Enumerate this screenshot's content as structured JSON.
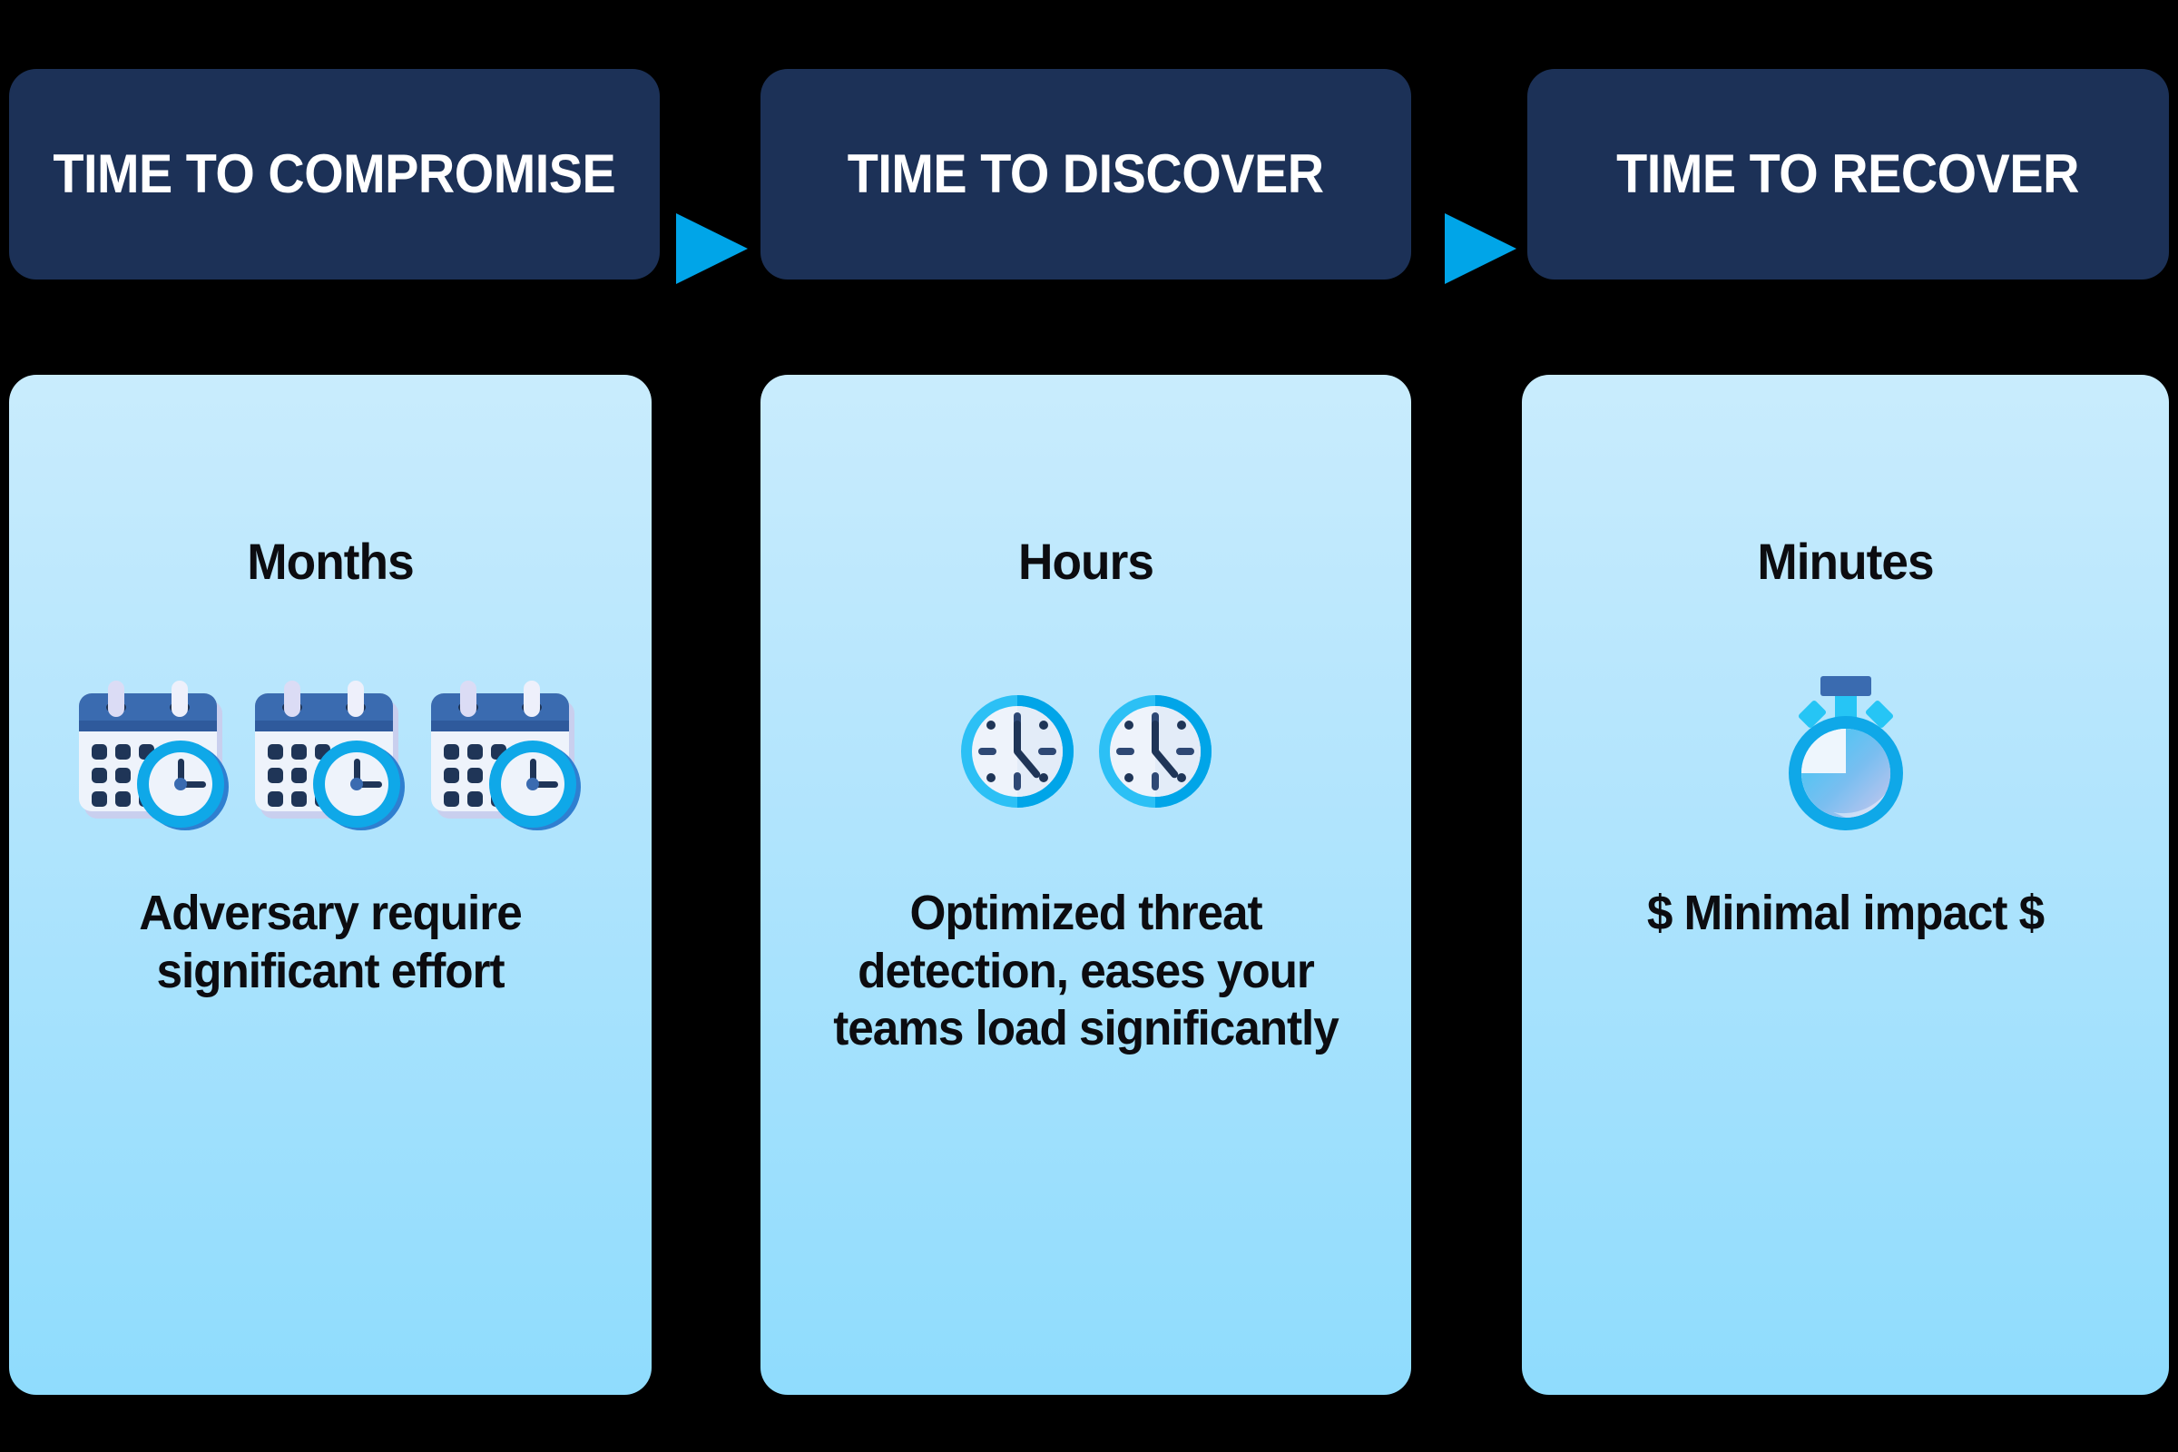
{
  "theme": {
    "background": "#000000",
    "header_navy": "#1c3157",
    "arrow_blue": "#00a5e8",
    "card_top": "#c9ecfd",
    "card_bottom": "#8fdcfd",
    "text_dark": "#0c0c10",
    "text_light": "#ffffff",
    "icon_blue": "#0fa8e8",
    "icon_navy": "#1f3557",
    "icon_mid_blue": "#3a6bb0"
  },
  "stages": [
    {
      "header_label": "TIME TO COMPROMISE",
      "title": "Months",
      "icon": "three-calendars-with-clock-icon",
      "description": "Adversary require significant effort"
    },
    {
      "header_label": "TIME TO DISCOVER",
      "title": "Hours",
      "icon": "two-clocks-icon",
      "description": "Optimized threat detection, eases your teams load significantly"
    },
    {
      "header_label": "TIME TO RECOVER",
      "title": "Minutes",
      "icon": "stopwatch-icon",
      "description": "$ Minimal impact $"
    }
  ],
  "connectors": [
    {
      "icon": "right-arrow-icon",
      "from": "TIME TO COMPROMISE",
      "to": "TIME TO DISCOVER"
    },
    {
      "icon": "right-arrow-icon",
      "from": "TIME TO DISCOVER",
      "to": "TIME TO RECOVER"
    }
  ]
}
